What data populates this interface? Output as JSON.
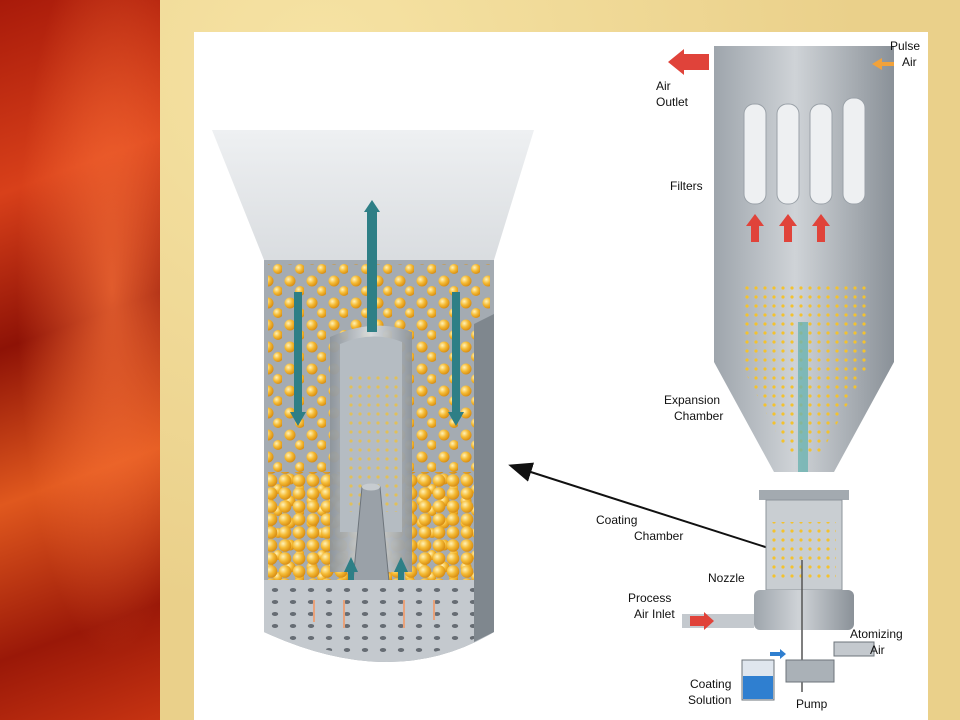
{
  "diagram": {
    "labels": {
      "air_outlet": [
        "Air",
        "Outlet"
      ],
      "pulse_air": [
        "Pulse",
        "Air"
      ],
      "filters": "Filters",
      "expansion_chamber": [
        "Expansion",
        "Chamber"
      ],
      "coating_chamber": [
        "Coating",
        "Chamber"
      ],
      "nozzle": "Nozzle",
      "process_air_inlet": [
        "Process",
        "Air Inlet"
      ],
      "atomizing_air": [
        "Atomizing",
        "Air"
      ],
      "coating_solution": [
        "Coating",
        "Solution"
      ],
      "pump": "Pump"
    },
    "colors": {
      "particle": "#f3b530",
      "arrow_red": "#e0433a",
      "arrow_teal": "#2e7f86",
      "arrow_orange": "#f2a23a",
      "chamber_gray": "#b9bec3",
      "solution_blue": "#2f7fd0"
    }
  }
}
